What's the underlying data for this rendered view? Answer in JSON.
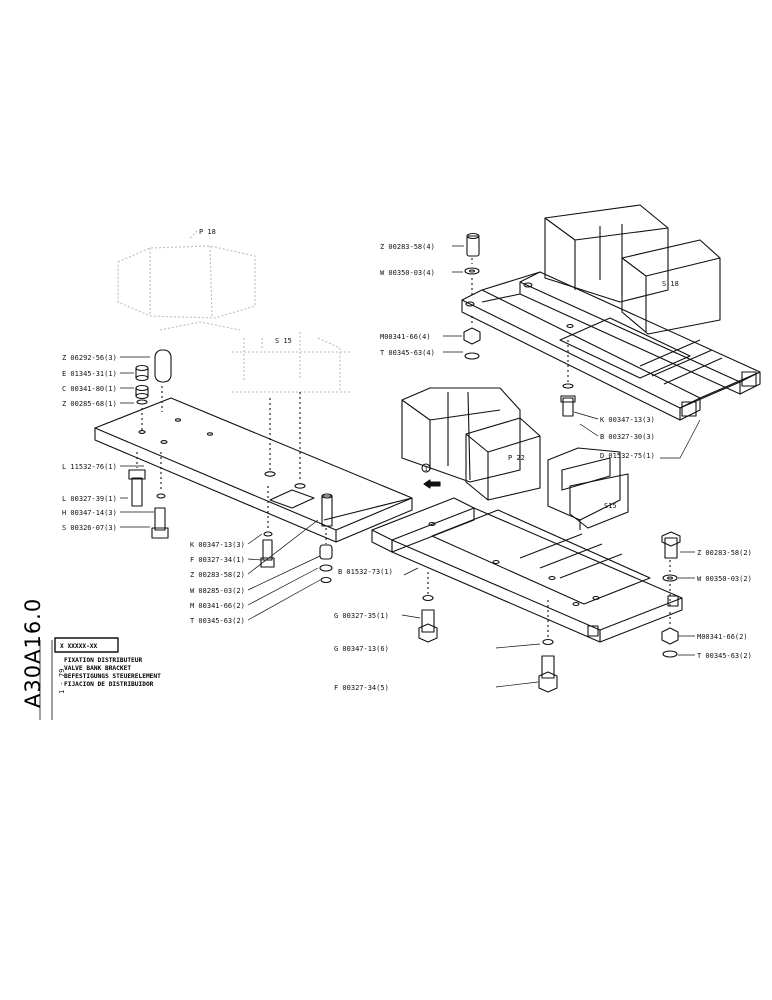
{
  "document": {
    "code": "A30A16.0",
    "date": "1 - 79",
    "ref_box": "X XXXXX-XX",
    "titles": [
      "FIXATION DISTRIBUTEUR",
      "VALVE BANK BRACKET",
      "BEFESTIGUNGS STEUERELEMENT",
      "FIJACION DE DISTRIBUIDOR"
    ]
  },
  "components": {
    "p18_top": "P 18",
    "s15_top": "S 15",
    "s18": "S 18",
    "p22": "P 22",
    "s15_mid": "S15",
    "view_marker": "1"
  },
  "labels": {
    "z00283_58_4": "Z 00283-58(4)",
    "w00350_03_4": "W 00350-03(4)",
    "m00341_66_4": "M00341-66(4)",
    "t00345_63_4": "T 00345-63(4)",
    "k00347_13_3_right": "K 00347-13(3)",
    "b00327_30_3": "B 00327-30(3)",
    "d01532_75_1": "D 01532-75(1)",
    "z06292_56_3": "Z 06292-56(3)",
    "e01345_31_1": "E 01345-31(1)",
    "c00341_80_1": "C 00341-80(1)",
    "z00285_68_1": "Z 00285-68(1)",
    "l11532_76_1": "L 11532-76(1)",
    "l00327_39_1": "L 00327-39(1)",
    "h00347_14_3": "H 00347-14(3)",
    "s00326_07_3": "S 00326-07(3)",
    "k00347_13_3_left": "K 00347-13(3)",
    "f00327_34_1": "F 00327-34(1)",
    "z00283_58_2_left": "Z 00283-58(2)",
    "w08285_03_2": "W 08285-03(2)",
    "m00341_66_2_left": "M 00341-66(2)",
    "t00345_63_2_left": "T 00345-63(2)",
    "b01532_73_1": "B 01532-73(1)",
    "g00327_35_1": "G 00327-35(1)",
    "g00347_13_6": "G 00347-13(6)",
    "f00327_34_5": "F 00327-34(5)",
    "z00283_58_2_right": "Z 00283-58(2)",
    "w00350_03_2": "W 00350-03(2)",
    "m00341_66_2_right": "M00341-66(2)",
    "t00345_63_2_right": "T 00345-63(2)"
  }
}
